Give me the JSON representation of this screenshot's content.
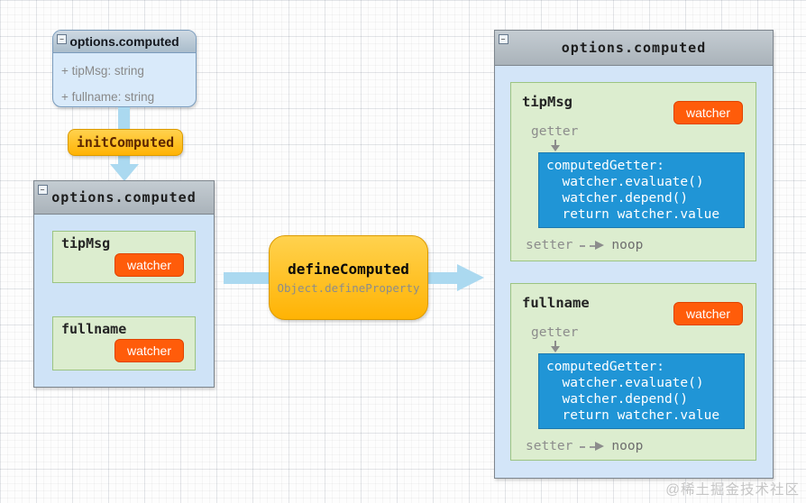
{
  "watermark": "@稀土掘金技术社区",
  "icons": {
    "collapse": "−"
  },
  "colors": {
    "arrow": "#abd9f0",
    "watcher_bg": "#ff5c0a",
    "code_box_bg": "#2095d6",
    "amber_button": "#ffc83d",
    "green_panel": "#dcedcf",
    "gray_header": "#b4bcc2",
    "body_blue": "#d2e4f7"
  },
  "class_box": {
    "title": "options.computed",
    "fields": [
      "+ tipMsg: string",
      "+ fullname: string"
    ]
  },
  "init_button": {
    "label": "initComputed"
  },
  "options_left": {
    "title": "options.computed",
    "entries": [
      {
        "name": "tipMsg",
        "badge": "watcher"
      },
      {
        "name": "fullname",
        "badge": "watcher"
      }
    ]
  },
  "define_computed": {
    "title": "defineComputed",
    "subtitle": "Object.defineProperty"
  },
  "options_right": {
    "title": "options.computed",
    "entries": [
      {
        "name": "tipMsg",
        "badge": "watcher",
        "getter_label": "getter",
        "code": [
          "computedGetter:",
          "  watcher.evaluate()",
          "  watcher.depend()",
          "  return watcher.value"
        ],
        "setter_label": "setter",
        "setter_target": "noop"
      },
      {
        "name": "fullname",
        "badge": "watcher",
        "getter_label": "getter",
        "code": [
          "computedGetter:",
          "  watcher.evaluate()",
          "  watcher.depend()",
          "  return watcher.value"
        ],
        "setter_label": "setter",
        "setter_target": "noop"
      }
    ]
  }
}
